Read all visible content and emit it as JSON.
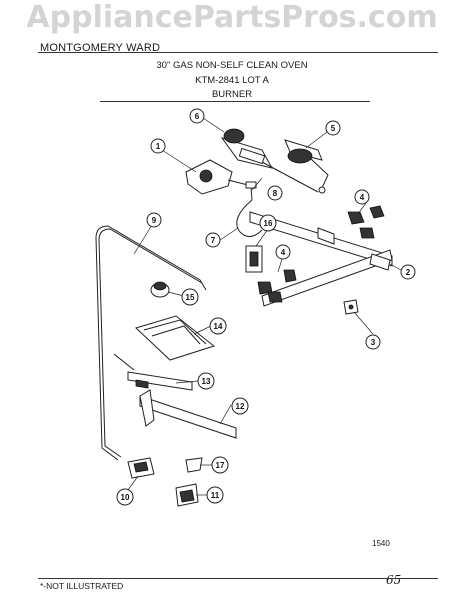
{
  "watermark": "AppliancePartsPros.com",
  "header": {
    "brand": "MONTGOMERY WARD",
    "title_line1": "30\" GAS NON-SELF CLEAN OVEN",
    "title_line2": "KTM-2841 LOT A",
    "title_line3": "BURNER"
  },
  "callouts": [
    "1",
    "2",
    "3",
    "4",
    "4",
    "5",
    "6",
    "7",
    "8",
    "9",
    "10",
    "11",
    "12",
    "13",
    "14",
    "15",
    "16",
    "17"
  ],
  "footer": {
    "code": "1540",
    "note": "*-NOT ILLUSTRATED",
    "handwritten": "65"
  }
}
